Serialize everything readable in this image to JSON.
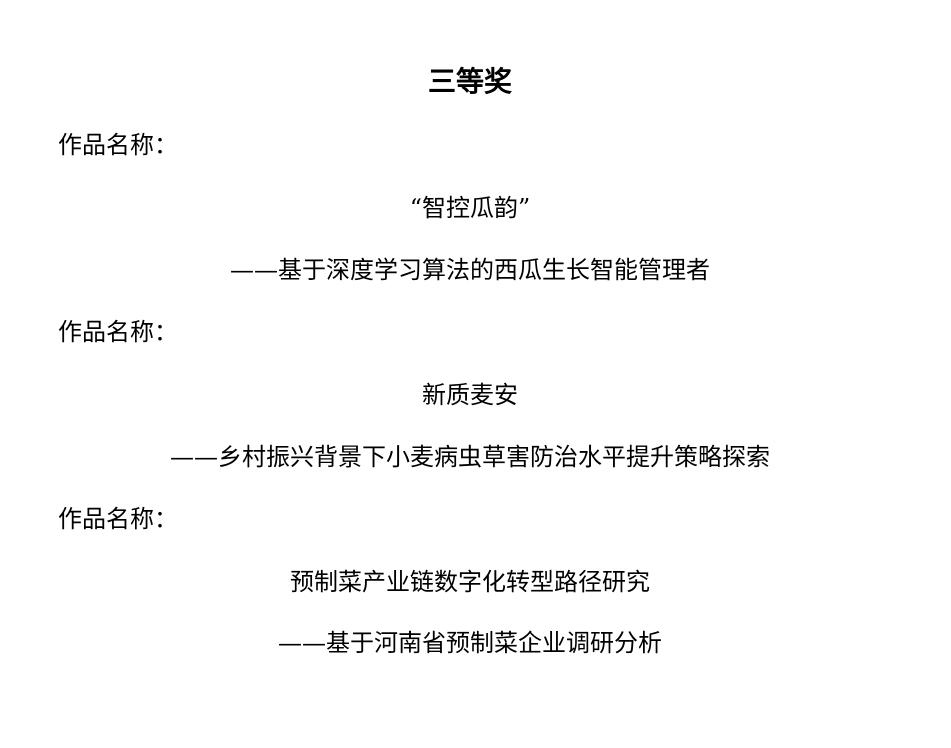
{
  "heading": "三等奖",
  "entries": [
    {
      "label": "作品名称：",
      "title": "“智控瓜韵”",
      "subtitle": "——基于深度学习算法的西瓜生长智能管理者"
    },
    {
      "label": "作品名称：",
      "title": "新质麦安",
      "subtitle": "——乡村振兴背景下小麦病虫草害防治水平提升策略探索"
    },
    {
      "label": "作品名称：",
      "title": "预制菜产业链数字化转型路径研究",
      "subtitle": "——基于河南省预制菜企业调研分析"
    }
  ]
}
